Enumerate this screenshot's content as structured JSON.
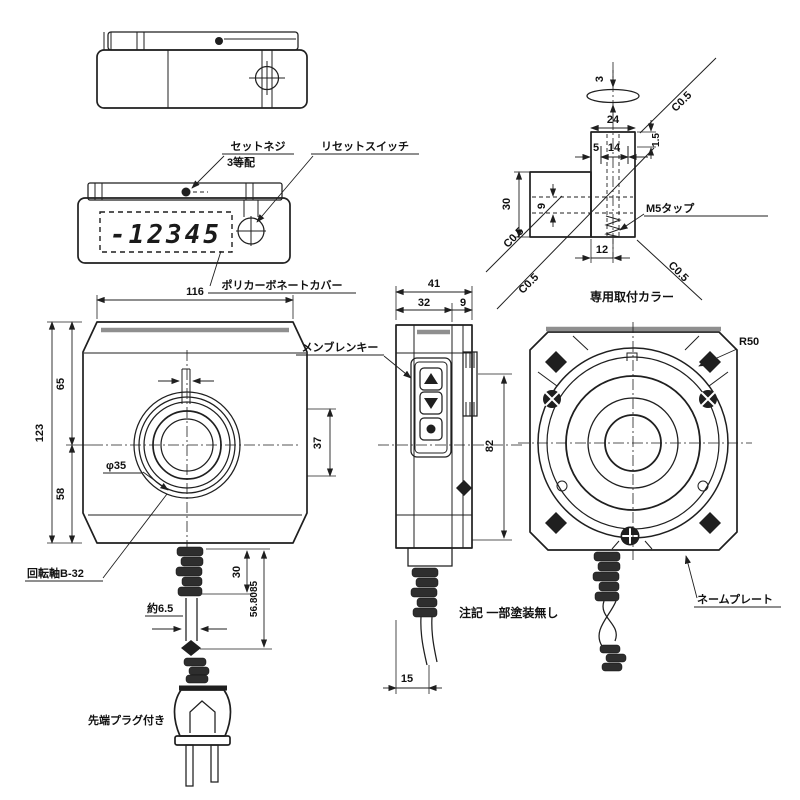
{
  "display": {
    "value": "-12345"
  },
  "labels": {
    "set_screw": "セットネジ",
    "set_screw_count": "3等配",
    "reset_switch": "リセットスイッチ",
    "polycarbonate_cover": "ポリカーボネートカバー",
    "membrane_key": "メンブレンキー",
    "shaft": "回転軸B-32",
    "m5_tap": "M5タップ",
    "collar_caption": "専用取付カラー",
    "radius": "R50",
    "name_plate": "ネームプレート",
    "plug": "先端プラグ付き",
    "note": "注記 一部塗装無し"
  },
  "dims": {
    "front_width": "116",
    "front_height": "123",
    "front_upper": "65",
    "front_lower": "58",
    "front_right": "37",
    "bore": "φ35",
    "cable_dia": "約6.5",
    "cable_upper": "30",
    "cable_total": "56.8085",
    "side_total": "41",
    "side_front": "32",
    "side_rear": "9",
    "side_height": "82",
    "side_offset": "15",
    "collar_lens": "3",
    "collar_width": "24",
    "collar_pos_a": "5",
    "collar_pos_b": "14",
    "collar_step": "1.5",
    "collar_tap_offset": "12",
    "collar_flange": "30",
    "collar_inner": "9",
    "chamfer": "C0.5"
  },
  "colors": {
    "line": "#1f1f1f",
    "band": "#8f8f8f",
    "background": "#ffffff"
  }
}
